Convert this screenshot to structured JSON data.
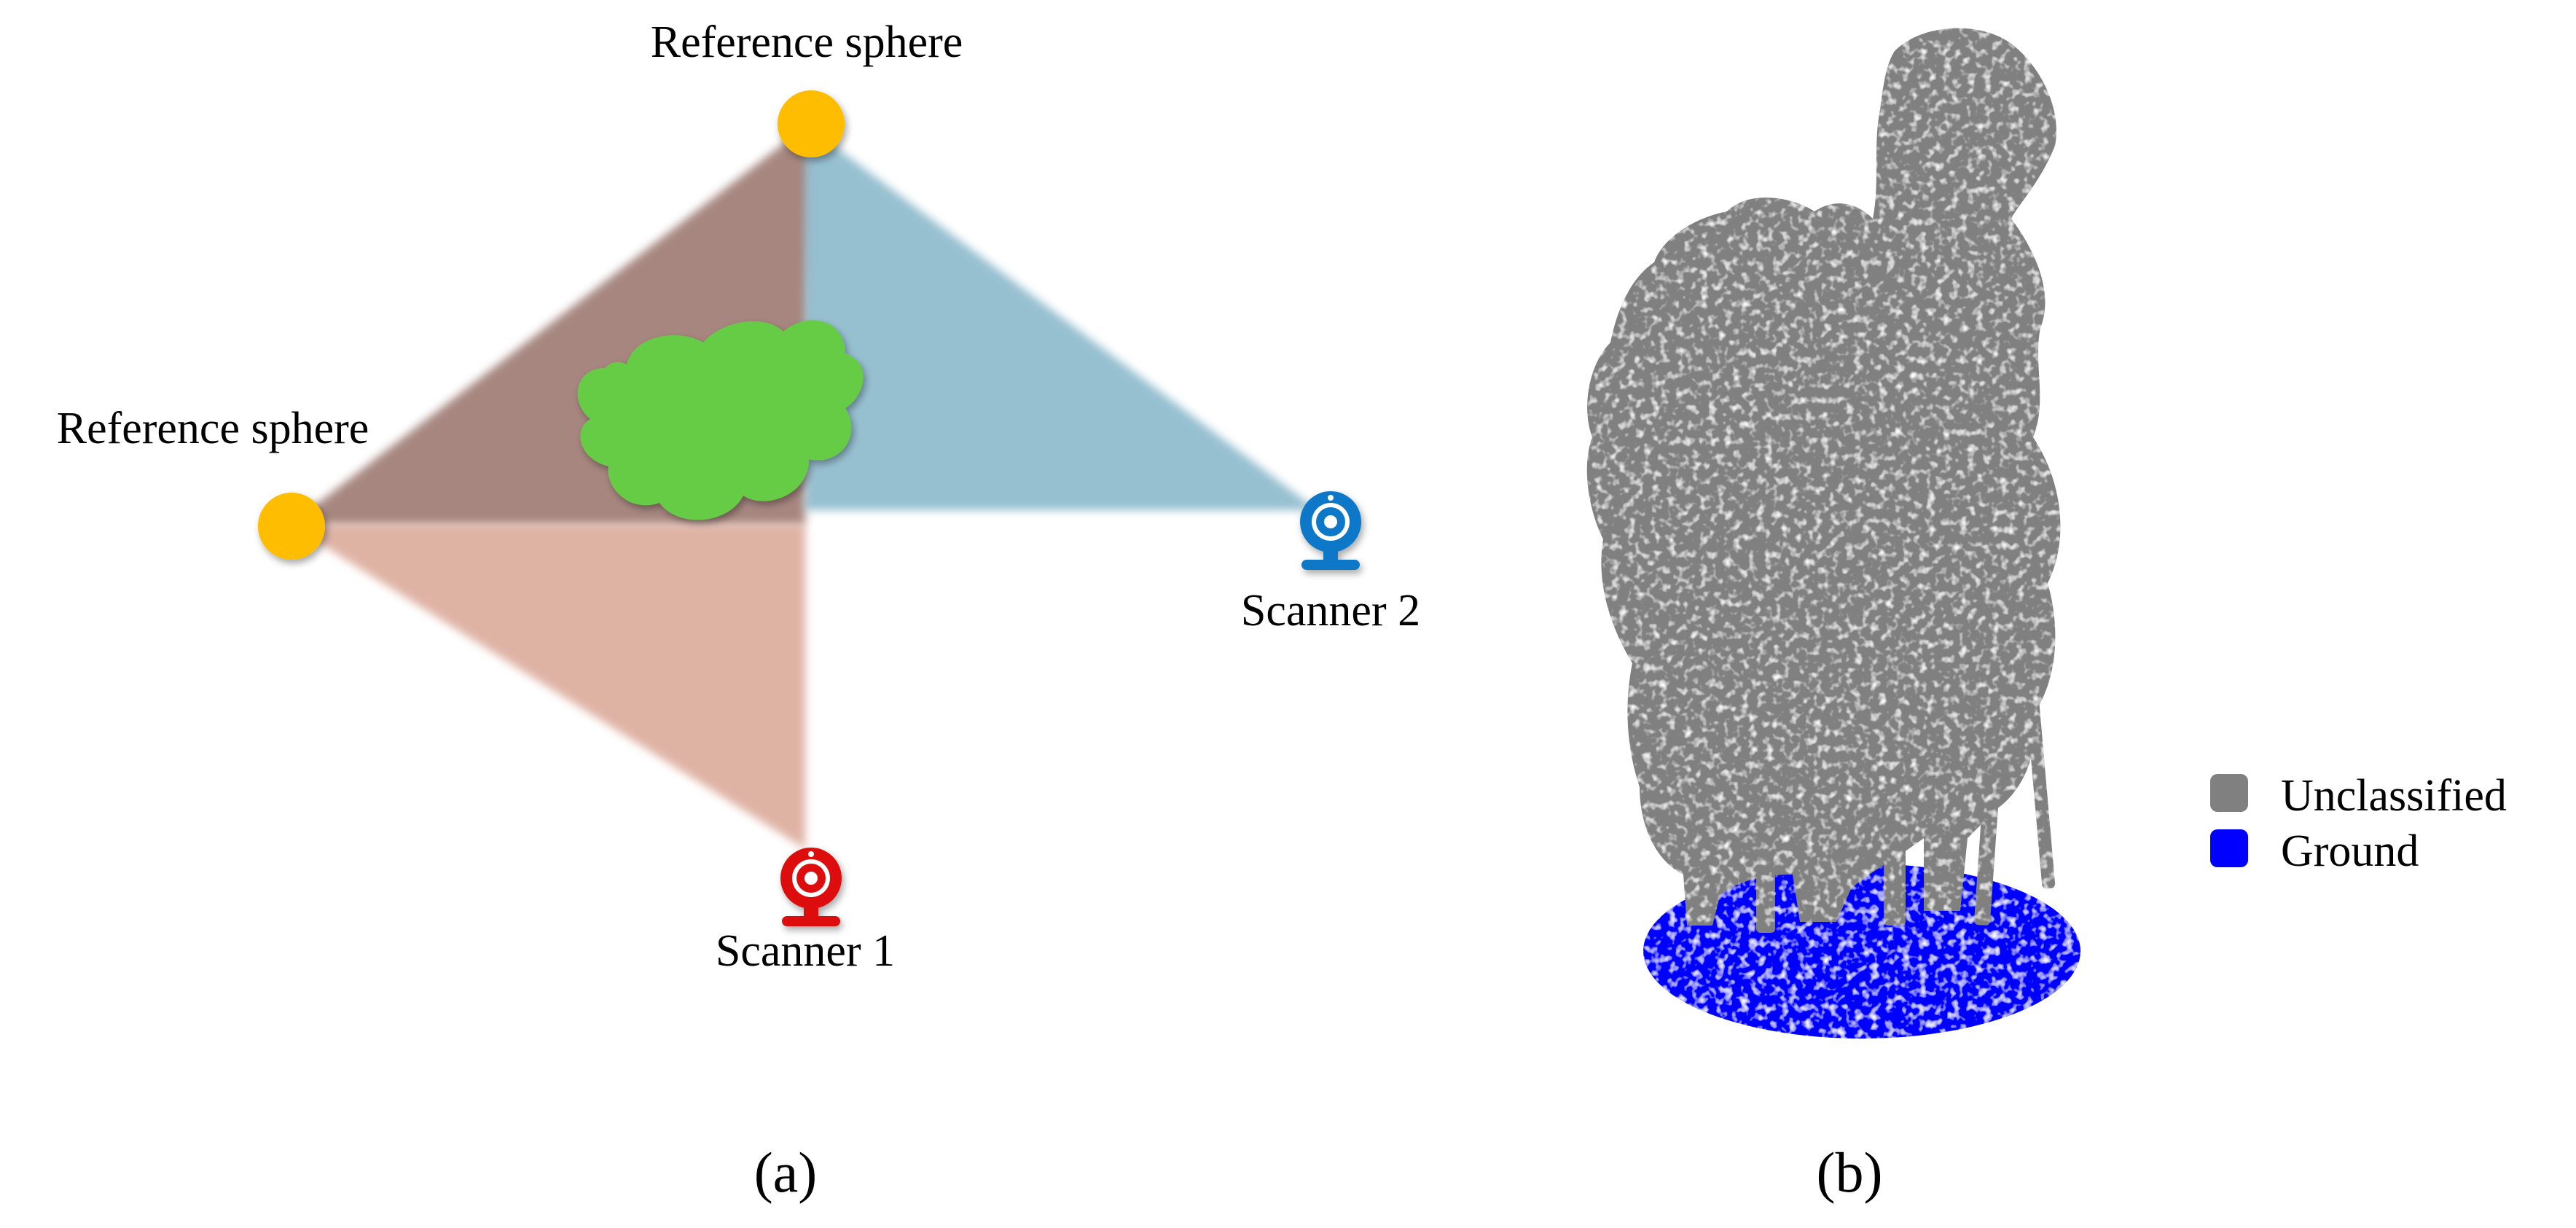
{
  "figure": {
    "panel_a": {
      "label": "(a)",
      "sphere_top_label": "Reference sphere",
      "sphere_left_label": "Reference sphere",
      "scanner1_label": "Scanner 1",
      "scanner2_label": "Scanner 2"
    },
    "panel_b": {
      "label": "(b)",
      "legend": [
        {
          "label": "Unclassified",
          "color": "#808080"
        },
        {
          "label": "Ground",
          "color": "#0000ff"
        }
      ]
    }
  },
  "colors": {
    "sphere": "#ffbd00",
    "tree_canopy": "#66cc44",
    "scanner1": "#dd1111",
    "scanner2": "#0a78c8",
    "wedge_left_top": "#9e7a72",
    "wedge_left_bottom": "#d49a86",
    "wedge_right": "#6aa5bd",
    "point_cloud": "#808080",
    "ground": "#0000ff"
  }
}
